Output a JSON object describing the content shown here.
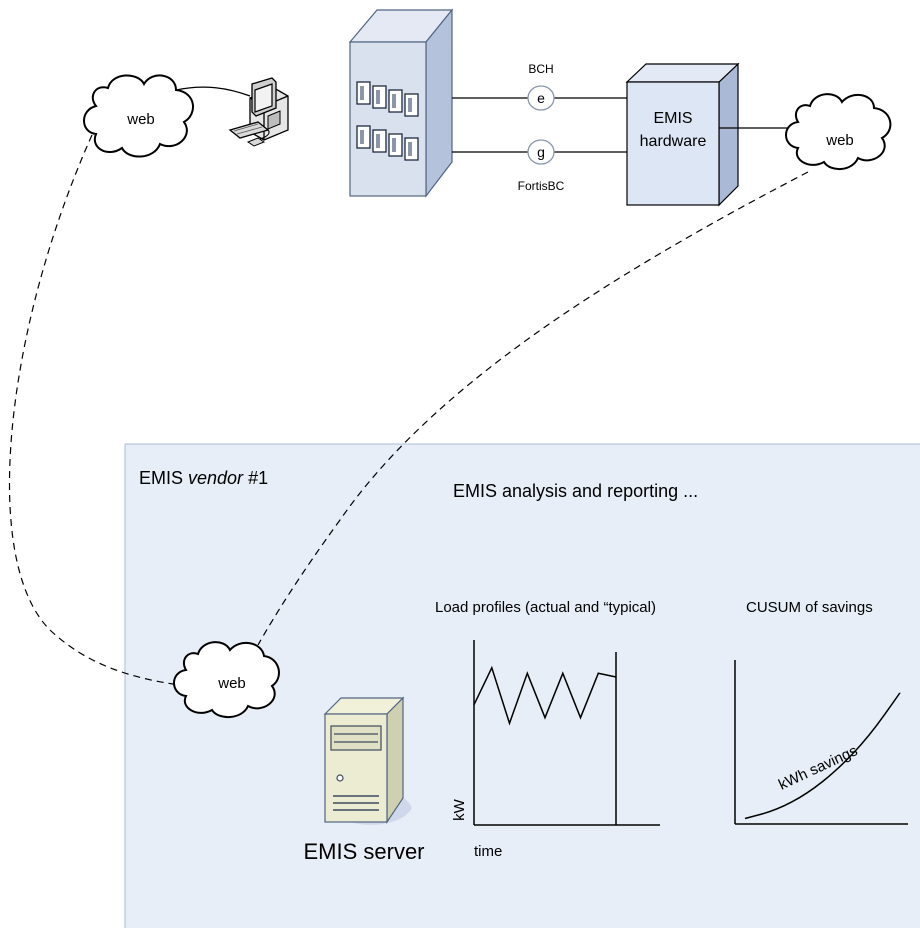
{
  "colors": {
    "panel_fill": "#e7eef8",
    "panel_stroke": "#a9bcd9",
    "box_fill": "#dde6f4",
    "line": "#000000"
  },
  "icons": [
    "cloud-icon",
    "computer-icon",
    "building-icon",
    "meter-icon",
    "hardware-box-icon",
    "server-icon"
  ],
  "clouds": {
    "top_left": "web",
    "top_right": "web",
    "bottom": "web"
  },
  "meters": {
    "electric": {
      "symbol": "e",
      "utility": "BCH"
    },
    "gas": {
      "symbol": "g",
      "utility": "FortisBC"
    }
  },
  "hardware": {
    "line1": "EMIS",
    "line2": "hardware"
  },
  "vendor": {
    "title_prefix": "EMIS ",
    "title_italic": "vendor",
    "title_suffix": " #1",
    "heading": "EMIS analysis and reporting ...",
    "server_label": "EMIS server"
  },
  "chart_data": [
    {
      "type": "line",
      "title": "Load profiles (actual and “typical)",
      "xlabel": "time",
      "ylabel": "kW",
      "x": [
        0,
        1,
        2,
        3,
        4,
        5,
        6,
        7,
        8
      ],
      "values": [
        6.5,
        8.5,
        5.5,
        8.2,
        5.8,
        8.2,
        5.8,
        8.2,
        8.0
      ]
    },
    {
      "type": "line",
      "title": "CUSUM of savings",
      "xlabel": "",
      "ylabel": "",
      "annotation": "kWh savings",
      "x": [
        0,
        1,
        2,
        3,
        4,
        5
      ],
      "values": [
        0.2,
        0.5,
        1.1,
        2.0,
        3.2,
        4.8
      ]
    }
  ]
}
